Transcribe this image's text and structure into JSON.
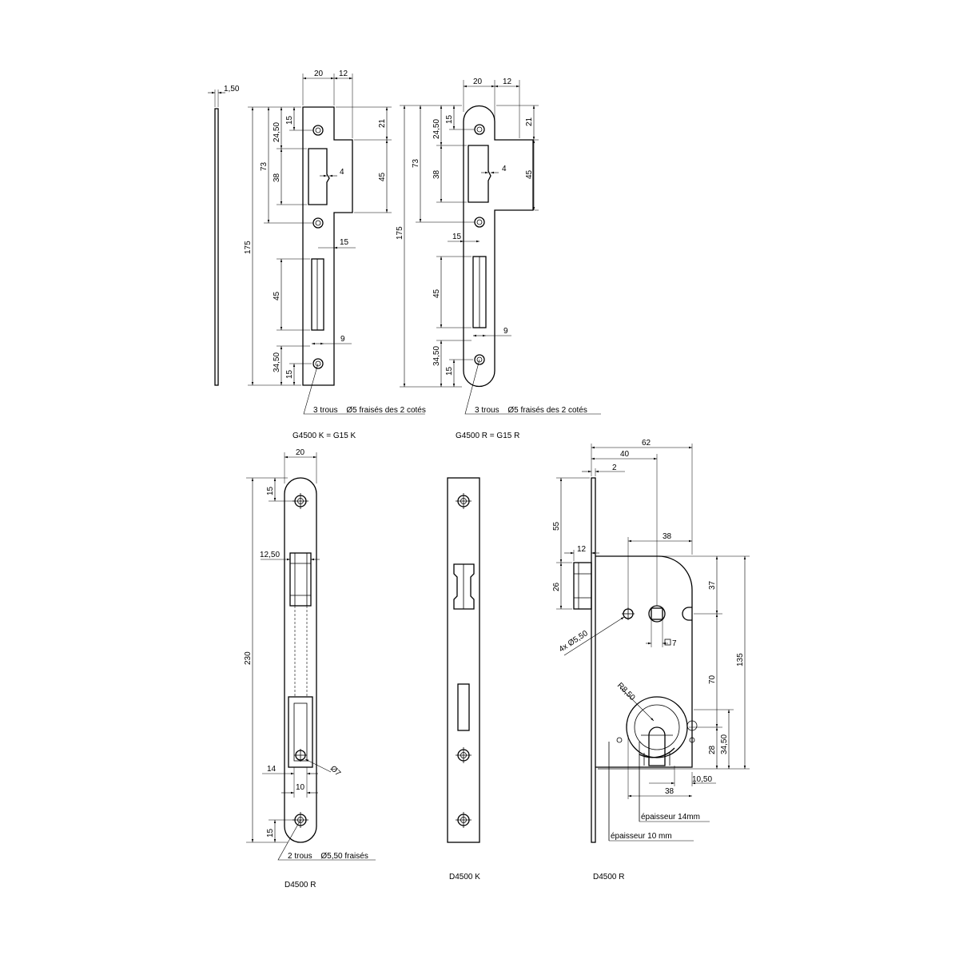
{
  "views": {
    "g4500k": {
      "caption": "G4500 K = G15 K",
      "thickness": "1,50",
      "d_total_width": "20",
      "d_tab_width": "12",
      "d_total_height": "175",
      "d_upper_zone": "73",
      "d_top_hole": "24,50",
      "d_hole_edge_top": "15",
      "d_window": "38",
      "d_notch": "4",
      "d_tab_top": "21",
      "d_tab_height": "45",
      "d_hole_offset": "15",
      "d_bolt_slot": "45",
      "d_slot_width": "9",
      "d_bottom_hole": "34,50",
      "d_hole_edge_bottom": "15",
      "note": "3 trous",
      "note_size": "Ø5 fraisés des 2 cotés"
    },
    "g4500r": {
      "caption": "G4500 R = G15 R",
      "d_total_width": "20",
      "d_tab_width": "12",
      "d_total_height": "175",
      "d_upper_zone": "73",
      "d_top_hole": "24,50",
      "d_hole_edge_top": "15",
      "d_window": "38",
      "d_notch": "4",
      "d_tab_top": "21",
      "d_tab_height": "45",
      "d_hole_offset": "15",
      "d_bolt_slot": "45",
      "d_slot_width": "9",
      "d_bottom_hole": "34,50",
      "d_hole_edge_bottom": "15",
      "note": "3 trous",
      "note_size": "Ø5 fraisés des 2 cotés"
    },
    "d4500r_front": {
      "caption": "D4500 R",
      "d_width": "20",
      "d_height": "230",
      "d_top_hole": "15",
      "d_latch": "12,50",
      "d_bolt_offset": "14",
      "d_bolt_dia": "Ø7",
      "d_bolt_width": "10",
      "d_bottom_hole": "15",
      "note": "2 trous",
      "note_size": "Ø5,50 fraisés"
    },
    "d4500k": {
      "caption": "D4500 K"
    },
    "d4500r_side": {
      "caption": "D4500 R",
      "d_overall": "62",
      "d_backset": "40",
      "d_faceplate": "2",
      "d_latch_top": "55",
      "d_latch_depth": "12",
      "d_latch_height": "26",
      "d_case_width": "38",
      "d_spindle_from_top": "37",
      "d_case_height": "135",
      "d_mount_holes": "4x Ø5,50",
      "d_spindle": "7",
      "d_centre_distance": "70",
      "d_rose_radius": "R8,50",
      "d_cyl_offset": "34,50",
      "d_cyl_height": "28",
      "d_cyl_width": "10,50",
      "d_bottom_width": "38",
      "note_thick_14": "épaisseur 14mm",
      "note_thick_10": "épaisseur 10 mm"
    }
  }
}
